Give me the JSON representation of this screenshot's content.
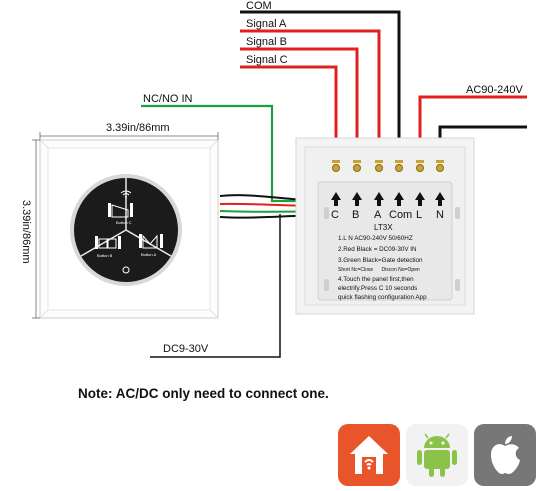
{
  "wires": {
    "com": "COM",
    "signal_a": "Signal A",
    "signal_b": "Signal B",
    "signal_c": "Signal C",
    "ac": "AC90-240V",
    "nc_no": "NC/NO IN",
    "dc": "DC9-30V"
  },
  "switch_front": {
    "width_dim": "3.39in/86mm",
    "height_dim": "3.39in/86mm",
    "button_labels": [
      "Button C",
      "Button B",
      "Button A"
    ]
  },
  "module": {
    "terminals": [
      "C",
      "B",
      "A",
      "Com",
      "L",
      "N"
    ],
    "model": "LT3X",
    "spec_lines": [
      "1.L N AC90-240V 50/60HZ",
      "2.Red Black = DC09-30V IN",
      "3.Green Black=Gate detection",
      "Short Nc=Close      Discon No=Open",
      "4.Touch the panel first,then",
      "electrify.Press C 10 seconds",
      "quick flashing configuration App"
    ]
  },
  "note": "Note: AC/DC only need to connect one.",
  "apps": [
    "home-app-icon",
    "android-icon",
    "apple-icon"
  ],
  "colors": {
    "red_wire": "#e0201f",
    "black_wire": "#111111",
    "green_wire": "#1f9e3c",
    "home_app": "#e8552a",
    "android_bg": "#f2f2f2",
    "android_green": "#8bc34a",
    "apple_bg": "#777777"
  }
}
